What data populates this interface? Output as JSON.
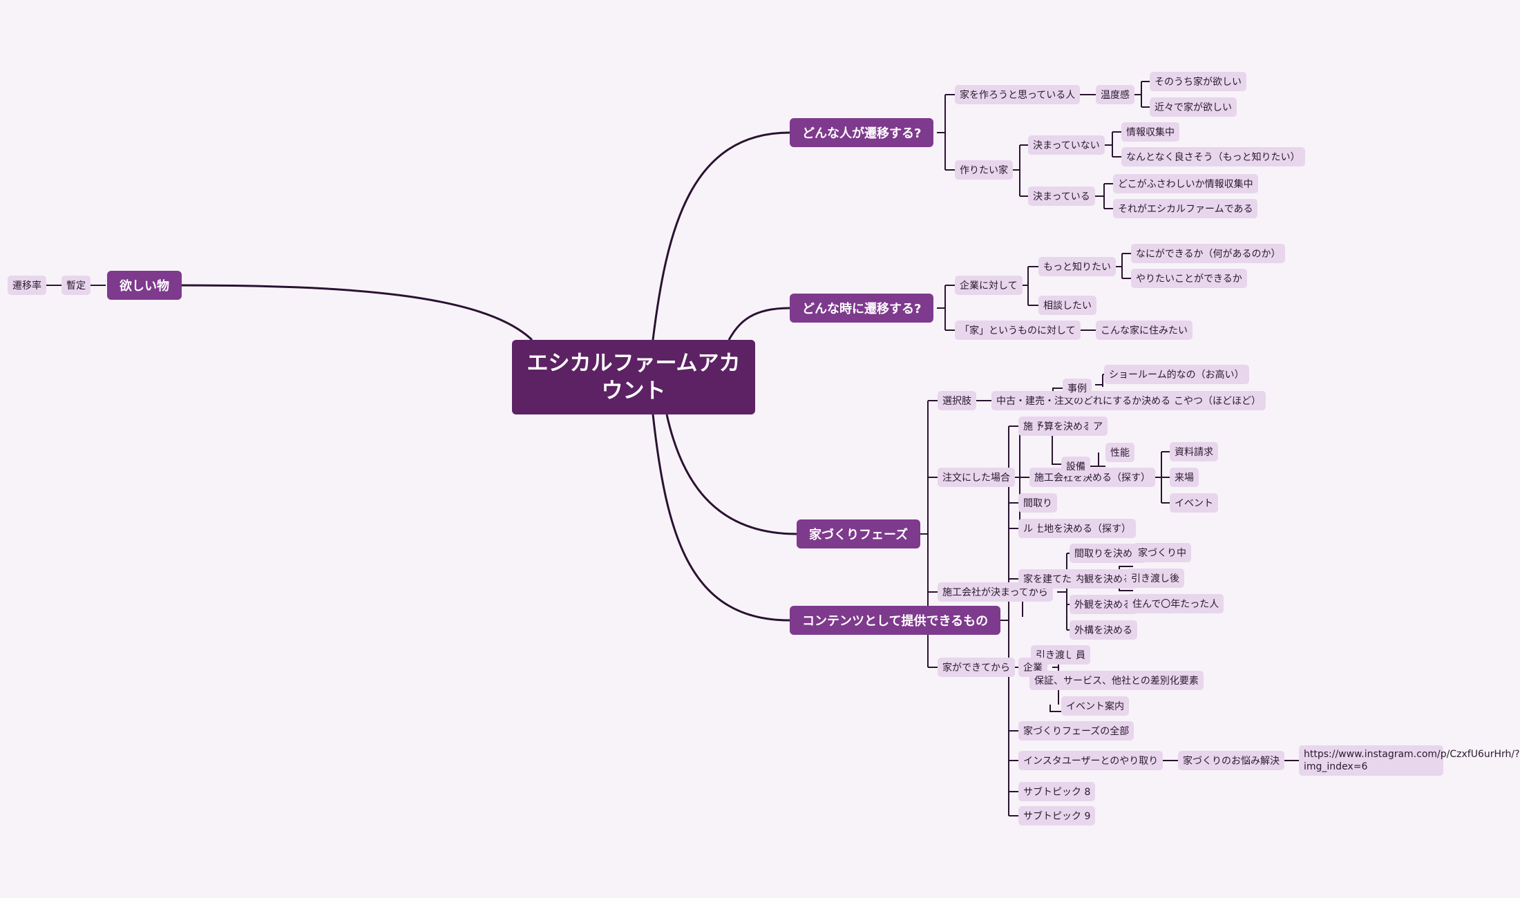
{
  "central": "エシカルファームアカウント",
  "left": {
    "topic": "欲しい物",
    "child": "暫定",
    "grandchild": "遷移率"
  },
  "branch1": {
    "topic": "どんな人が遷移する?",
    "a": "家を作ろうと思っている人",
    "a_1": "温度感",
    "a_1_1": "そのうち家が欲しい",
    "a_1_2": "近々で家が欲しい",
    "b": "作りたい家",
    "b_1": "決まっていない",
    "b_1_1": "情報収集中",
    "b_1_2": "なんとなく良さそう（もっと知りたい）",
    "b_2": "決まっている",
    "b_2_1": "どこがふさわしいか情報収集中",
    "b_2_2": "それがエシカルファームである"
  },
  "branch2": {
    "topic": "どんな時に遷移する?",
    "a": "企業に対して",
    "a_1": "もっと知りたい",
    "a_1_1": "なにができるか（何があるのか）",
    "a_1_2": "やりたいことができるか",
    "a_2": "相談したい",
    "b": "「家」というものに対して",
    "b_1": "こんな家に住みたい"
  },
  "branch3": {
    "topic": "家づくりフェーズ",
    "c1": "選択肢",
    "c1_1": "中古・建売・注文のどれにするか決める",
    "c1_2": "事例",
    "c1_3": "ショールーム的なの（お高い）",
    "c1_4": "こやつ（ほどほど）",
    "c2": "注文にした場合",
    "c2_1": "予算を決める",
    "c2_2": "施工会社を決める（探す）",
    "c2_2_1": "資料請求",
    "c2_2_2": "来場",
    "c2_2_3": "イベント",
    "c2_3": "土地を決める（探す）",
    "c2_4": "性能",
    "c3": "施工会社が決まってから",
    "c3_1": "間取りを決める",
    "c3_2": "内観を決める",
    "c3_3": "外観を決める",
    "c3_4": "外構を決める",
    "c3_5": "家づくり中",
    "c3_6": "引き渡し後",
    "c3_7": "住んで〇年たった人",
    "c4": "家ができてから",
    "c4_1": "引き渡し"
  },
  "branch4": {
    "topic": "コンテンツとして提供できるもの",
    "d1": "施",
    "d1_1": "ア",
    "d1_2": "設備",
    "d2": "間取り",
    "d3": "ル",
    "d4": "家を建てた",
    "d5": "企業",
    "d5_1": "員",
    "d5_2": "保証、サービス、他社との差別化要素",
    "d5_3": "イベント案内",
    "d6": "家づくりフェーズの全部",
    "d7": "インスタユーザーとのやり取り",
    "d7_1": "家づくりのお悩み解決",
    "d7_2": "https://www.instagram.com/p/CzxfU6urHrh/?img_index=6",
    "d8": "サブトピック 8",
    "d9": "サブトピック 9"
  }
}
